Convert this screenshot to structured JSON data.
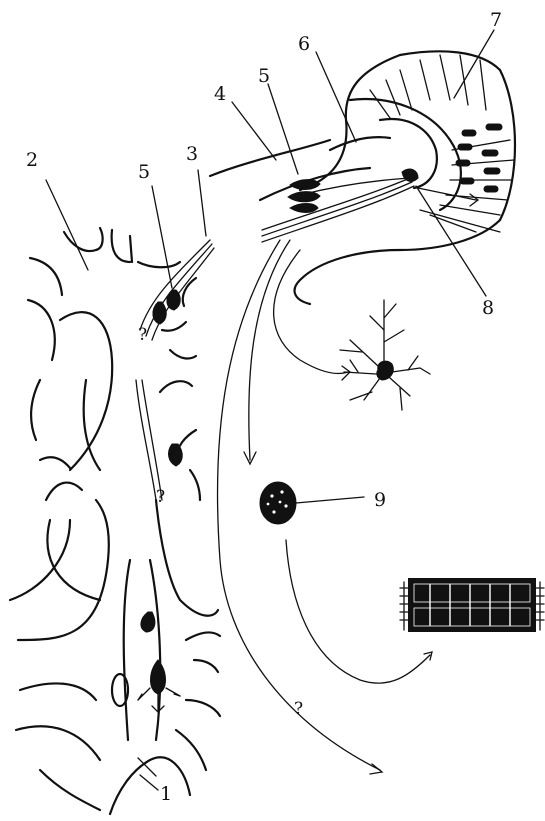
{
  "labels": {
    "l1": "1",
    "l2": "2",
    "l3": "3",
    "l4": "4",
    "l5a": "5",
    "l5b": "5",
    "l6": "6",
    "l7": "7",
    "l8": "8",
    "l9": "9"
  },
  "question_marks": [
    "?",
    "?",
    "?"
  ]
}
